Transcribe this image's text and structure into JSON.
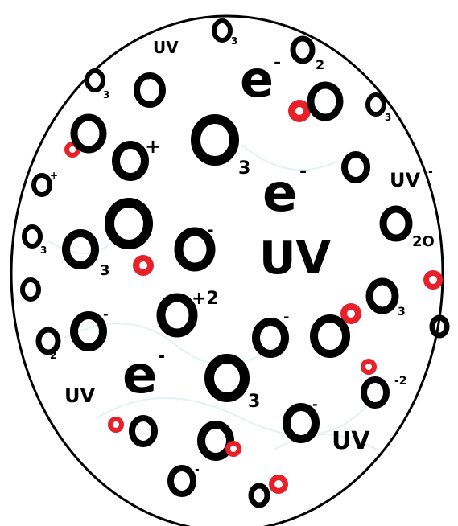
{
  "colors": {
    "background": "#ffffff",
    "outline": "#000000",
    "text": "#000000",
    "red_dot": "#e8202a",
    "red_dot_center": "#ffffff",
    "wisp": "#e6f0f5"
  },
  "labels": {
    "uv": "UV",
    "electron": "e",
    "superscript_minus": "-",
    "superscript_plus": "+",
    "superscript_plus2": "+2",
    "superscript_minus2": "-2",
    "oxygen": "O",
    "sub_2": "2",
    "sub_3": "3",
    "sub_2o": "2O"
  }
}
